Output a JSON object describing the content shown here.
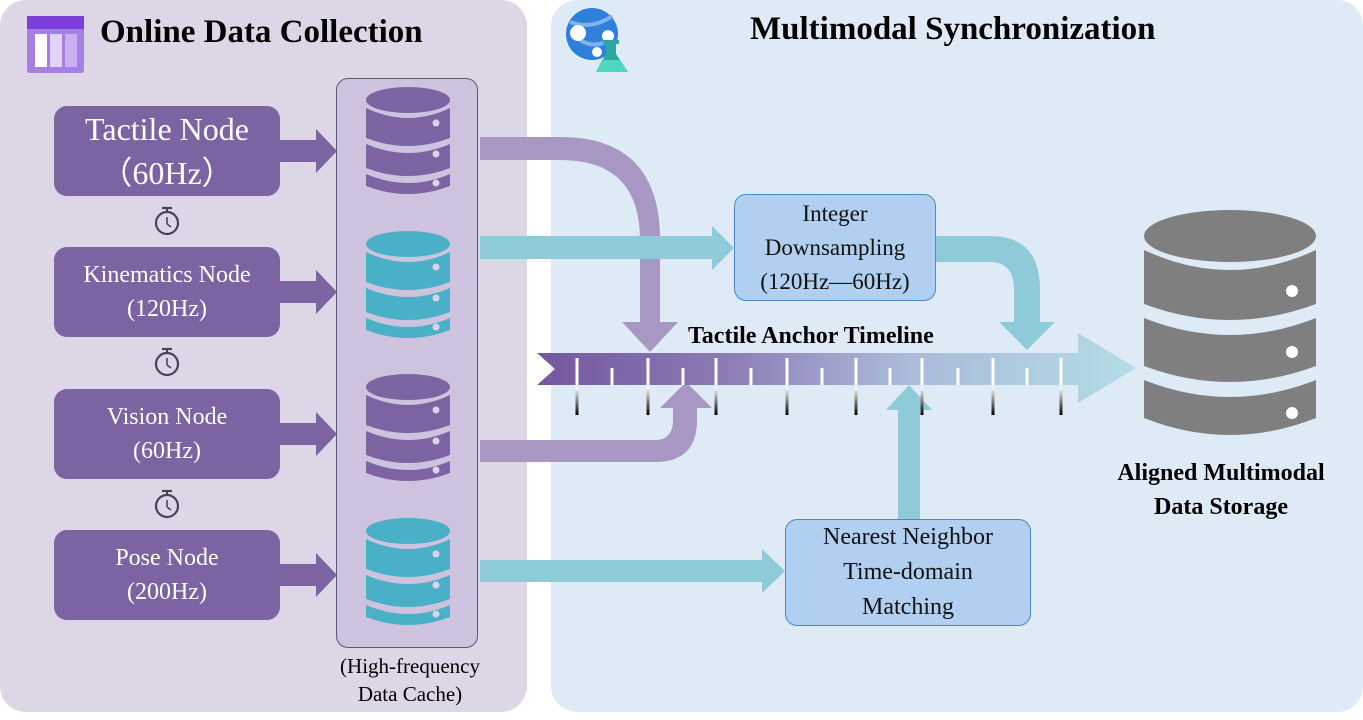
{
  "left_section": {
    "title": "Online Data Collection",
    "icon": "table-columns-icon",
    "nodes": [
      {
        "name": "Tactile Node",
        "rate": "（60Hz）",
        "cache_color": "#7b64a1"
      },
      {
        "name": "Kinematics Node",
        "rate": "(120Hz)",
        "cache_color": "#4ab0c8"
      },
      {
        "name": "Vision Node",
        "rate": "(60Hz)",
        "cache_color": "#7b64a1"
      },
      {
        "name": "Pose Node",
        "rate": "(200Hz)",
        "cache_color": "#4ab0c8"
      }
    ],
    "timer_icon": "stopwatch-icon",
    "cache_label_line1": "(High-frequency",
    "cache_label_line2": "Data Cache)"
  },
  "right_section": {
    "title": "Multimodal Synchronization",
    "icon": "web-lab-flask-icon",
    "downsampling": {
      "line1": "Integer",
      "line2": "Downsampling",
      "line3": "(120Hz—60Hz)"
    },
    "nearest_neighbor": {
      "line1": "Nearest Neighbor",
      "line2": "Time-domain",
      "line3": "Matching"
    },
    "timeline_label": "Tactile Anchor Timeline",
    "storage": {
      "icon": "database-icon",
      "line1": "Aligned Multimodal",
      "line2": "Data Storage"
    }
  },
  "colors": {
    "purple_node": "#7b64a1",
    "purple_flow": "#a897c2",
    "teal_flow": "#8ecad8",
    "teal_db": "#4ab0c8",
    "gray_db": "#7f7f7f",
    "left_bg": "#dcd6e6",
    "right_bg": "#deeaf6",
    "process_box": "#b1cff0"
  }
}
